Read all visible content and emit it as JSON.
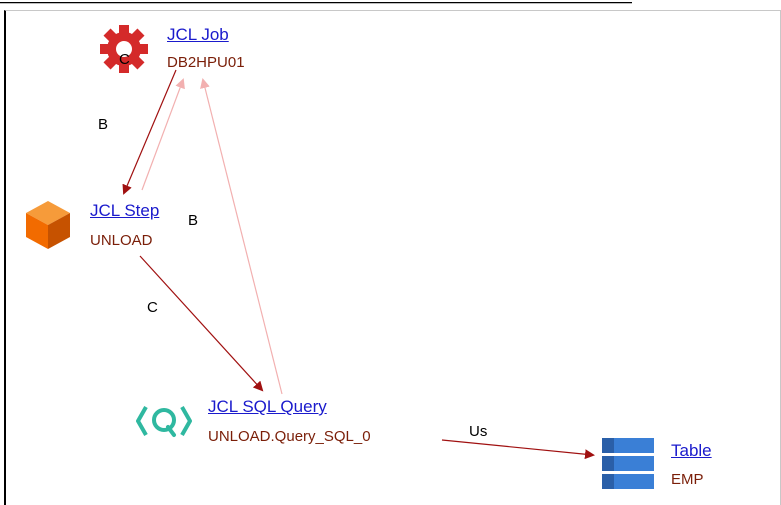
{
  "nodes": {
    "jcl_job": {
      "title": "JCL Job",
      "subtitle": "DB2HPU01"
    },
    "jcl_step": {
      "title": "JCL Step",
      "subtitle": "UNLOAD"
    },
    "sql_query": {
      "title": "JCL SQL Query",
      "subtitle": "UNLOAD.Query_SQL_0"
    },
    "table": {
      "title": "Table",
      "subtitle": "EMP"
    }
  },
  "edges": {
    "job_inner_label": "C",
    "job_to_step_label": "B",
    "query_to_job_label": "B",
    "step_to_query_label": "C",
    "query_to_table_label": "Us"
  },
  "colors": {
    "link": "#1a1acc",
    "subtitle": "#7a1e08",
    "edge_dark": "#a01010",
    "edge_light": "#f2b0b0",
    "gear": "#d42a2a",
    "cube": "#f26b00",
    "query_icon": "#2fb8a0",
    "table_icon": "#3a7fd6"
  }
}
